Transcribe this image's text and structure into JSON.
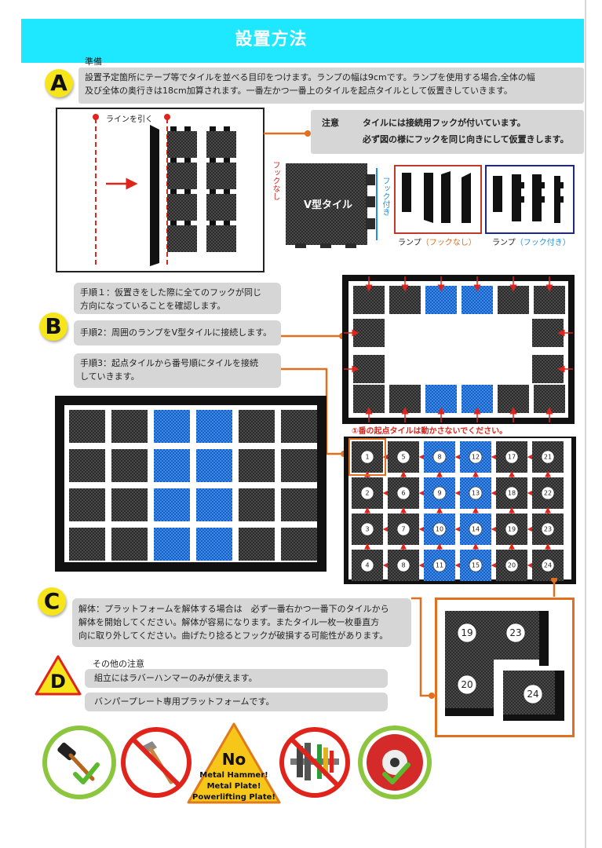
{
  "header": {
    "title": "設置方法"
  },
  "sectionA": {
    "badge": "A",
    "label": "準備",
    "text_line1": "設置予定箇所にテープ等でタイルを並べる目印をつけます。ランプの幅は9cmです。ランプを使用する場合,全体の幅",
    "text_line2": "及び全体の奥行きは18cm加算されます。一番左かつ一番上のタイルを起点タイルとして仮置きしていきます。",
    "line_label": "ラインを引く",
    "caution_title": "注意",
    "caution_line1": "タイルには接続用フックが付いています。",
    "caution_line2": "必ず図の様にフックを同じ向きにして仮置きします。",
    "v_tile_label": "V型タイル",
    "no_hook_vertical": "フックなし",
    "with_hook_vertical": "フック付き",
    "ramp_no_hook_prefix": "ランプ",
    "ramp_no_hook_suffix": "（フックなし）",
    "ramp_with_hook_prefix": "ランプ",
    "ramp_with_hook_suffix": "（フック付き）"
  },
  "sectionB": {
    "badge": "B",
    "step1_line1": "手順１：仮置きをした際に全てのフックが同じ",
    "step1_line2": "方向になっていることを確認します。",
    "step2": "手順2：周囲のランプをV型タイルに接続します。",
    "step3_line1": "手順3：起点タイルから番号順にタイルを接続",
    "step3_line2": "していきます。",
    "warning": "①番の起点タイルは動かさないでください。",
    "grid_numbers": [
      [
        1,
        5,
        8,
        12,
        17,
        21
      ],
      [
        2,
        6,
        9,
        13,
        18,
        22
      ],
      [
        3,
        7,
        10,
        14,
        19,
        23
      ],
      [
        4,
        8,
        11,
        15,
        20,
        24
      ]
    ]
  },
  "sectionC": {
    "badge": "C",
    "text_line1": "解体：プラットフォームを解体する場合は　必ず一番右かつ一番下のタイルから",
    "text_line2": "解体を開始してください。解体が容易になります。またタイル一枚一枚垂直方",
    "text_line3": "向に取り外してください。曲げたり捻るとフックが破損する可能性があります。",
    "zoom_numbers": [
      "19",
      "23",
      "20",
      "24"
    ]
  },
  "sectionD": {
    "badge": "D",
    "label": "その他の注意",
    "note1": "組立にはラバーハンマーのみが使えます。",
    "note2": "バンパープレート専用プラットフォームです。",
    "sign_line1": "No",
    "sign_line2": "Metal Hammer!",
    "sign_line3": "Metal Plate!",
    "sign_line4": "Powerlifting Plate!"
  },
  "colors": {
    "header": "#1ee8ff",
    "badge": "#f6e51b",
    "arrow_red": "#e0241b",
    "connector_orange": "#e0701f",
    "tile_blue": "#1f6ed6",
    "ok_green": "#8cc63f",
    "no_red": "#e0241b"
  },
  "icons": [
    "rubber-mallet-ok-icon",
    "metal-hammer-no-icon",
    "warning-triangle-icon",
    "metal-plate-no-icon",
    "bumper-plate-ok-icon"
  ]
}
